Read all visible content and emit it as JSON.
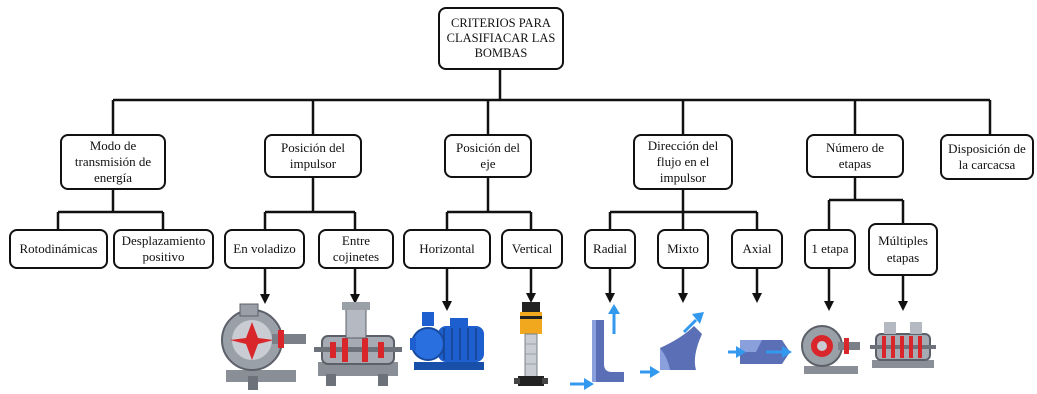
{
  "root": {
    "label": "CRITERIOS PARA CLASIFIACAR LAS BOMBAS"
  },
  "criteria": {
    "modo": {
      "label": "Modo de transmisión de energía",
      "children": [
        "Rotodinámicas",
        "Desplazamiento positivo"
      ]
    },
    "impulsor": {
      "label": "Posición del impulsor",
      "children": [
        "En voladizo",
        "Entre cojinetes"
      ]
    },
    "eje": {
      "label": "Posición del eje",
      "children": [
        "Horizontal",
        "Vertical"
      ]
    },
    "flujo": {
      "label": "Dirección del flujo en el impulsor",
      "children": [
        "Radial",
        "Mixto",
        "Axial"
      ]
    },
    "etapas": {
      "label": "Número de etapas",
      "children": [
        "1 etapa",
        "Múltiples etapas"
      ]
    },
    "carcasa": {
      "label": "Disposición de la carcacsa"
    }
  },
  "illustrations": [
    "overhung-pump-cutaway",
    "between-bearings-pump-cutaway",
    "horizontal-blue-pump",
    "vertical-multistage-pump",
    "radial-flow-impeller",
    "mixed-flow-impeller",
    "axial-flow-impeller",
    "single-stage-pump-cutaway",
    "multistage-pump-cutaway"
  ],
  "colors": {
    "line": "#111111",
    "flow_arrow": "#3399ee",
    "impeller": "#5a6fb5",
    "pump_blue": "#1e5fcf",
    "pump_red": "#d8262b"
  }
}
